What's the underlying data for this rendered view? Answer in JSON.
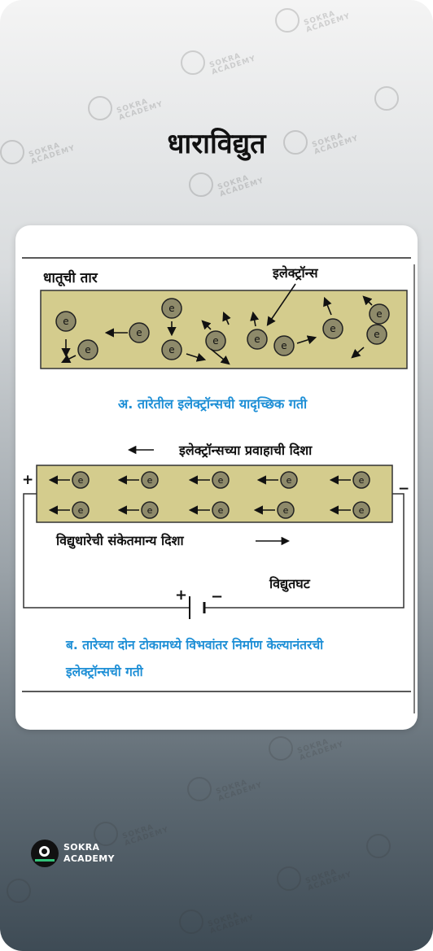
{
  "title": "धाराविद्युत",
  "diagram": {
    "wire_label": "धातूची तार",
    "electrons_label": "इलेक्ट्रॉन्स",
    "electron_symbol": "e",
    "caption_a": "अ. तारेतील इलेक्ट्रॉन्सची यादृच्छिक गती",
    "flow_label": "इलेक्ट्रॉन्सच्या प्रवाहाची दिशा",
    "current_label": "विद्युधारेची संकेतमान्य दिशा",
    "cell_label": "विद्युतघट",
    "plus": "+",
    "minus": "−",
    "caption_b_line1": "ब. तारेच्या दोन टोकामध्ये विभवांतर निर्माण केल्यानंतरची",
    "caption_b_line2": "इलेक्ट्रॉन्सची गती"
  },
  "brand": {
    "line1": "SOKRA",
    "line2": "ACADEMY"
  },
  "colors": {
    "wire_fill": "#d4cc8d",
    "electron_fill": "#8e8a6a",
    "caption_blue": "#1e8fd6"
  }
}
